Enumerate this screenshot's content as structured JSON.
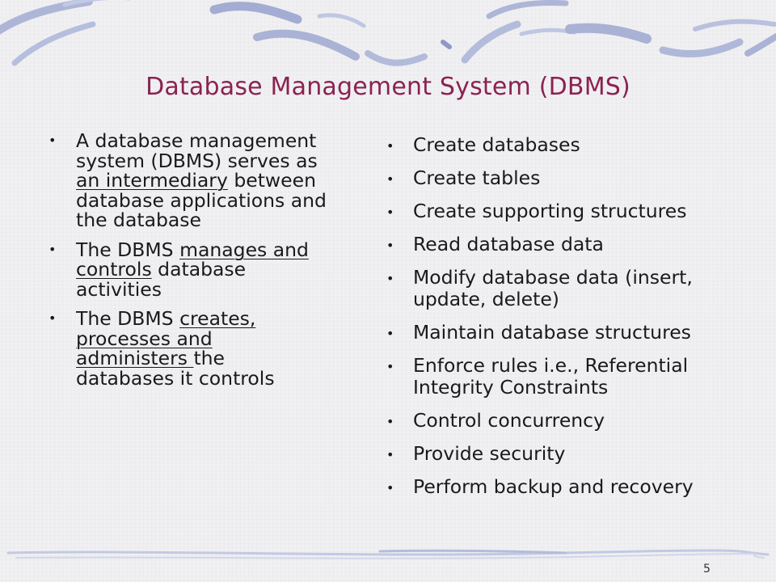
{
  "title": "Database Management System (DBMS)",
  "left_bullets": [
    {
      "parts": [
        {
          "text": "A database management system (DBMS) serves as ",
          "u": false
        },
        {
          "text": "an intermediary",
          "u": true
        },
        {
          "text": " between database applications and the database",
          "u": false
        }
      ]
    },
    {
      "parts": [
        {
          "text": "The DBMS ",
          "u": false
        },
        {
          "text": "manages and controls",
          "u": true
        },
        {
          "text": " database activities",
          "u": false
        }
      ]
    },
    {
      "parts": [
        {
          "text": "The DBMS ",
          "u": false
        },
        {
          "text": "creates, processes and administers ",
          "u": true
        },
        {
          "text": "the databases it controls",
          "u": false
        }
      ]
    }
  ],
  "right_bullets": [
    "Create databases",
    "Create tables",
    "Create supporting structures",
    "Read database data",
    "Modify database data (insert, update, delete)",
    "Maintain database structures",
    "Enforce rules i.e., Referential Integrity Constraints",
    "Control concurrency",
    "Provide security",
    "Perform backup and recovery"
  ],
  "bullet_glyph": "•",
  "page_number": "5",
  "colors": {
    "title": "#8b2252",
    "accent": "#a9b3d6",
    "background": "#f0f0f2"
  }
}
